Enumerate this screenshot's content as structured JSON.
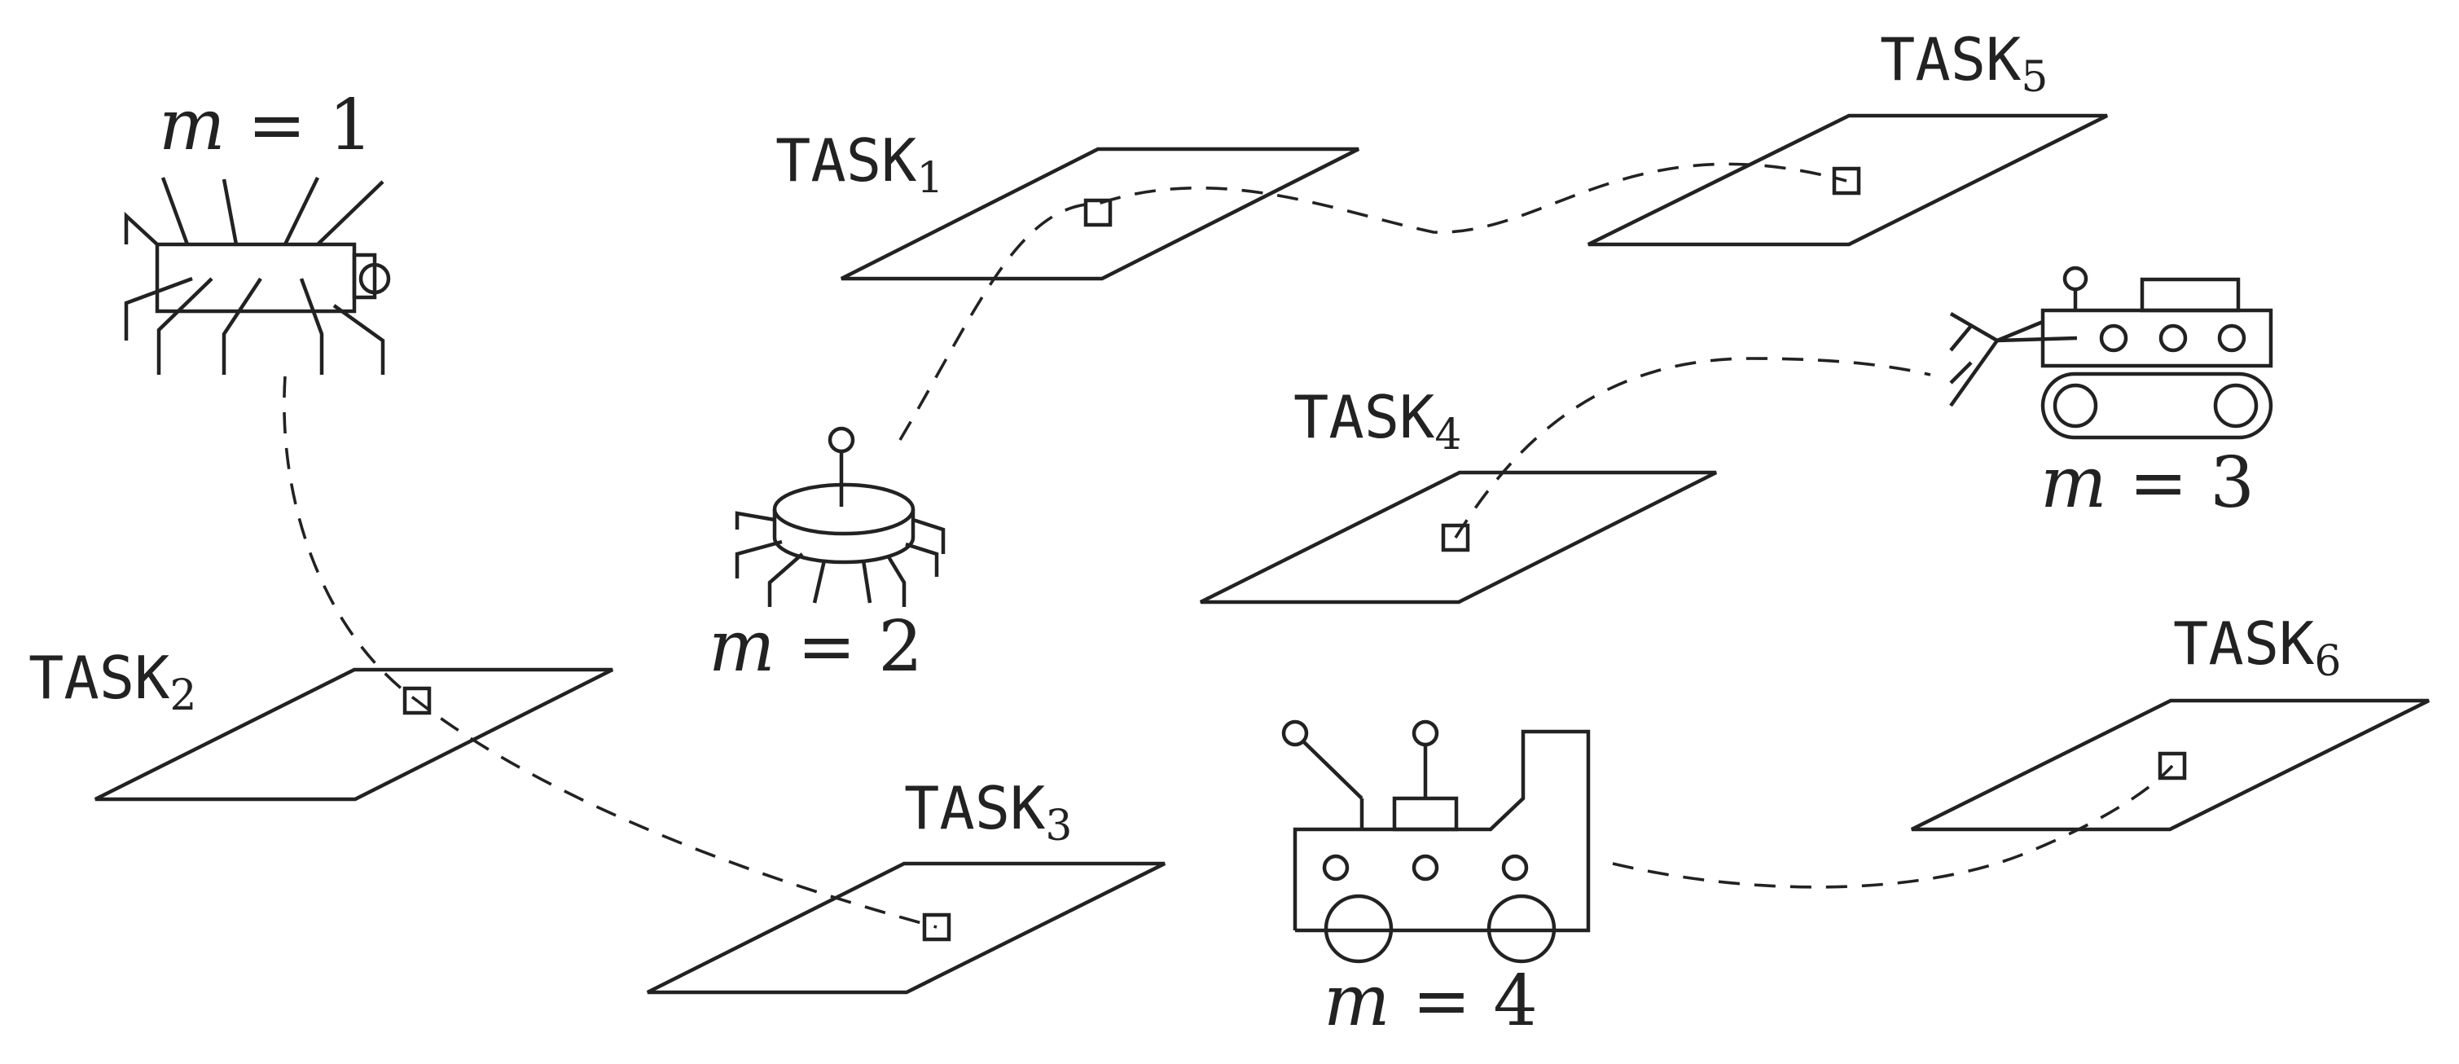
{
  "tasks": [
    {
      "name": "TASK",
      "index": "1"
    },
    {
      "name": "TASK",
      "index": "2"
    },
    {
      "name": "TASK",
      "index": "3"
    },
    {
      "name": "TASK",
      "index": "4"
    },
    {
      "name": "TASK",
      "index": "5"
    },
    {
      "name": "TASK",
      "index": "6"
    }
  ],
  "robots": [
    {
      "var": "m",
      "eq": " = ",
      "value": "1"
    },
    {
      "var": "m",
      "eq": " = ",
      "value": "2"
    },
    {
      "var": "m",
      "eq": " = ",
      "value": "3"
    },
    {
      "var": "m",
      "eq": " = ",
      "value": "4"
    }
  ]
}
